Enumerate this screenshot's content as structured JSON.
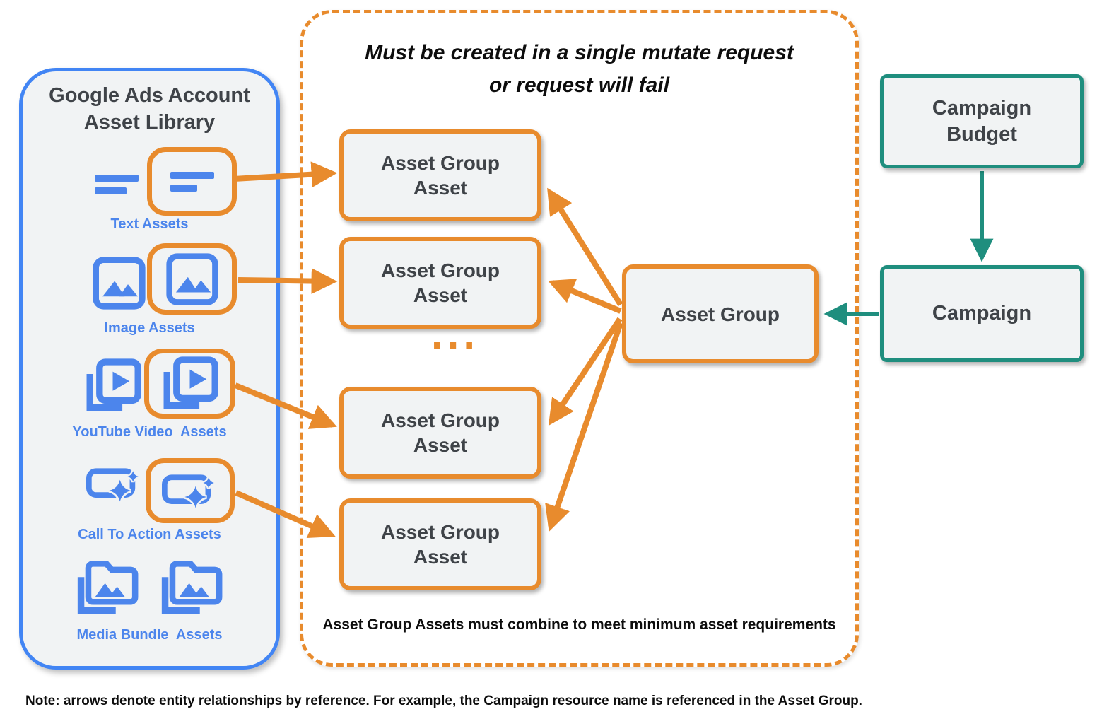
{
  "colors": {
    "orange": "#E88B2D",
    "teal": "#1F8E7E",
    "blue": "#4C85EC",
    "blue_border": "#4285F4",
    "panel": "#F1F3F4",
    "ink": "#3F4348",
    "black": "#0D0D0D"
  },
  "library": {
    "title_line1": "Google Ads Account",
    "title_line2": "Asset Library",
    "items": [
      {
        "label": "Text Assets",
        "icon": "text-asset-icon"
      },
      {
        "label": "Image Assets",
        "icon": "image-asset-icon"
      },
      {
        "label": "YouTube Video  Assets",
        "icon": "youtube-video-asset-icon"
      },
      {
        "label": "Call To Action Assets",
        "icon": "call-to-action-asset-icon"
      },
      {
        "label": "Media Bundle  Assets",
        "icon": "media-bundle-asset-icon"
      }
    ]
  },
  "mutate_panel": {
    "title_line1": "Must be created in a single mutate request",
    "title_line2": "or request will fail",
    "boxes": [
      {
        "line1": "Asset Group",
        "line2": "Asset"
      },
      {
        "line1": "Asset Group",
        "line2": "Asset"
      },
      {
        "line1": "Asset Group",
        "line2": "Asset"
      },
      {
        "line1": "Asset Group",
        "line2": "Asset"
      }
    ],
    "ellipsis": "...",
    "asset_group_label": "Asset Group",
    "footnote": "Asset Group Assets must combine to meet minimum asset requirements"
  },
  "campaign_column": {
    "budget_line1": "Campaign",
    "budget_line2": "Budget",
    "campaign_label": "Campaign"
  },
  "note": "Note: arrows denote entity relationships by reference. For example, the Campaign resource name is referenced in the Asset Group."
}
